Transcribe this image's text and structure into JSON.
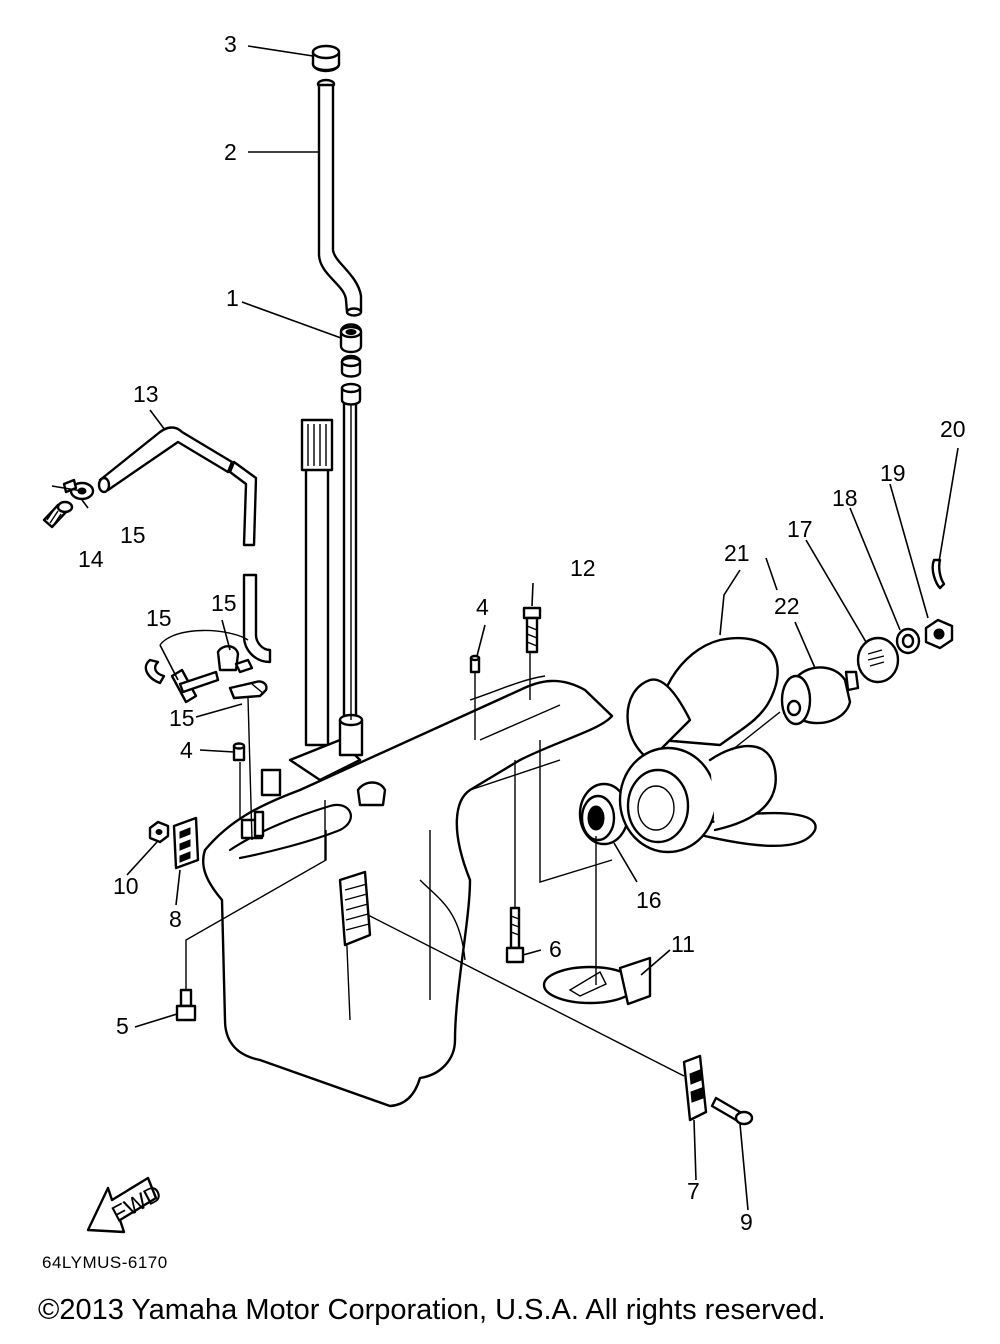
{
  "diagram": {
    "callouts": {
      "c1": "1",
      "c2": "2",
      "c3": "3",
      "c4a": "4",
      "c4b": "4",
      "c5": "5",
      "c6": "6",
      "c7": "7",
      "c8": "8",
      "c9": "9",
      "c10": "10",
      "c11": "11",
      "c12": "12",
      "c13": "13",
      "c14": "14",
      "c15a": "15",
      "c15b": "15",
      "c15c": "15",
      "c15d": "15",
      "c16": "16",
      "c17": "17",
      "c18": "18",
      "c19": "19",
      "c20": "20",
      "c21": "21",
      "c22": "22"
    },
    "fwd_label": "FWD",
    "drawing_code": "64LYMUS-6170",
    "copyright": "©2013 Yamaha Motor Corporation, U.S.A. All rights reserved."
  }
}
